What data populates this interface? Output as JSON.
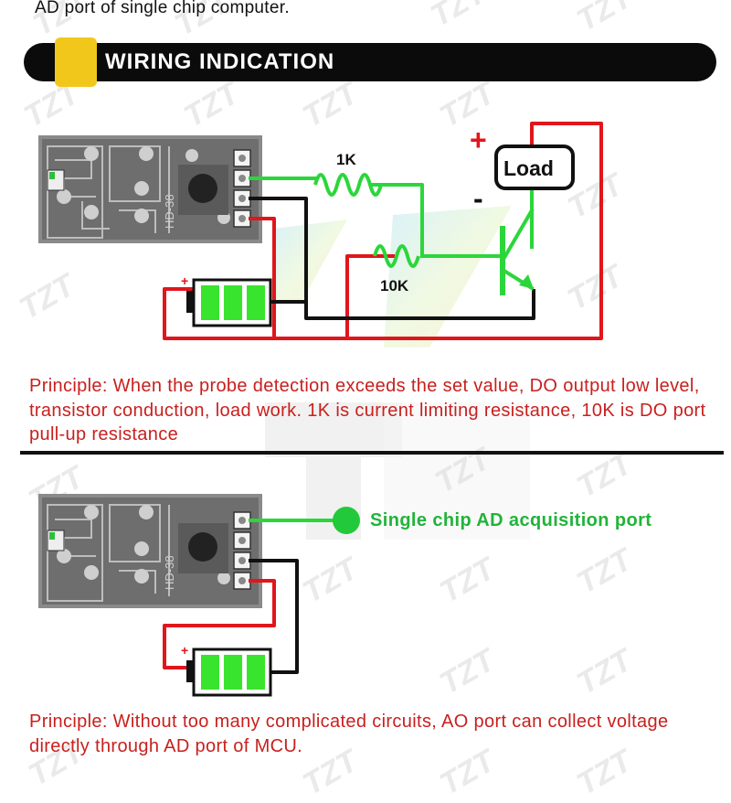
{
  "header": {
    "intro_text": "AD port of single chip computer.",
    "banner_title": "WIRING INDICATION"
  },
  "diagram1": {
    "resistor1_label": "1K",
    "resistor2_label": "10K",
    "load_label": "Load",
    "plus_sign": "+",
    "minus_sign": "-",
    "principle": "Principle: When the probe detection exceeds the set value, DO output low level, transistor conduction, load work. 1K is current limiting resistance, 10K is DO port pull-up resistance"
  },
  "diagram2": {
    "port_label": "Single chip AD acquisition port",
    "principle": "Principle: Without too many complicated circuits, AO port can collect voltage directly through AD port of MCU."
  },
  "module": {
    "board_text": "HD-38",
    "battery_plus": "+"
  },
  "watermark": {
    "brand": "TZT"
  },
  "colors": {
    "wire_green": "#2bd63a",
    "wire_red": "#e0161c",
    "wire_black": "#111111",
    "text_red": "#c8201e",
    "banner_black": "#0b0b0b",
    "banner_yellow": "#f2c71c",
    "battery_green": "#39e42e",
    "label_green": "#22b33a"
  }
}
